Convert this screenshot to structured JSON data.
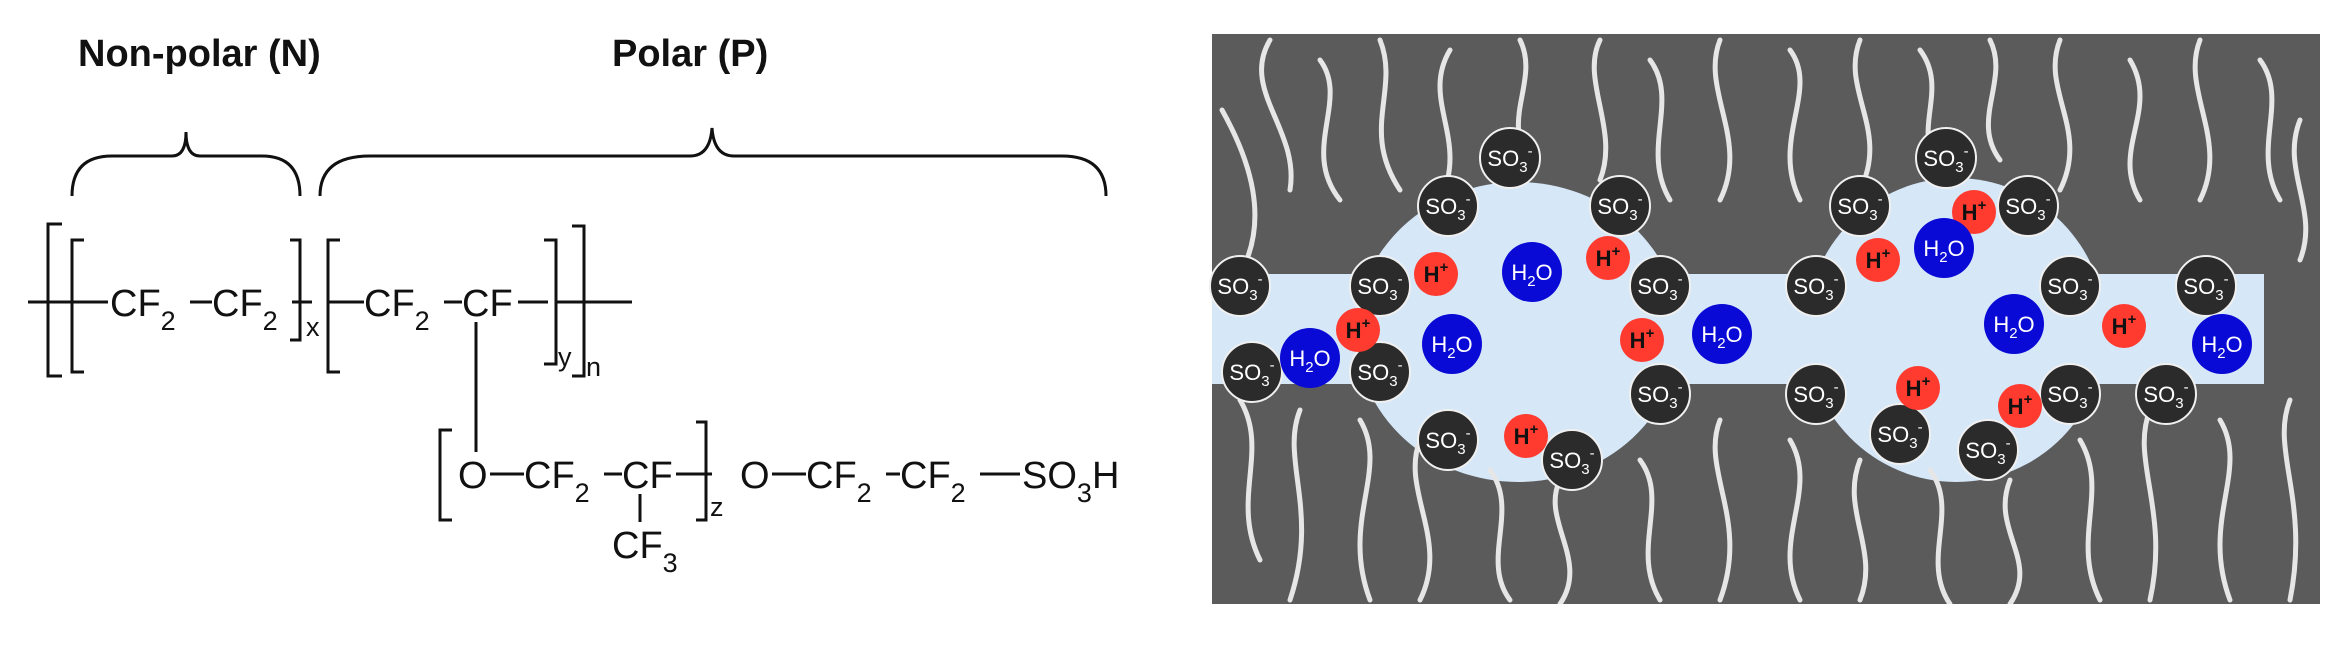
{
  "headers": {
    "nonpolar": "Non-polar (N)",
    "polar": "Polar (P)"
  },
  "formula": {
    "unit": "CF",
    "sub2": "2",
    "sub3": "3",
    "x": "x",
    "y": "y",
    "n": "n",
    "z": "z",
    "oxygen": "O",
    "sulfonic": "SO",
    "hydrogen": "H"
  },
  "molecules": {
    "sulfonate": {
      "base": "SO",
      "sub": "3",
      "sup": "-"
    },
    "proton": {
      "base": "H",
      "sup": "+"
    },
    "water": {
      "base": "H",
      "sub": "2",
      "tail": "O"
    }
  },
  "colors": {
    "background_matrix": "#5b5b5b",
    "water_channel": "#d6e7f8",
    "polymer_chain": "#e6e6e6",
    "sulfonate": "#2b2b2b",
    "proton": "#ff3b30",
    "water": "#0a0ad6"
  }
}
